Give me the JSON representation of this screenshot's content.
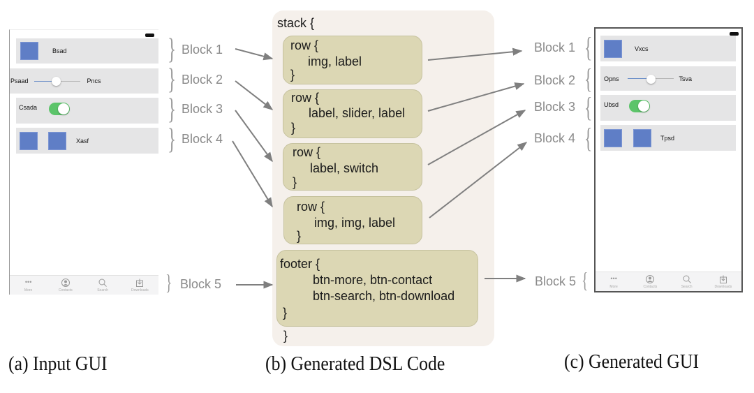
{
  "input_gui": {
    "rows": [
      {
        "type": "img-label",
        "label": "Bsad"
      },
      {
        "type": "label-slider-label",
        "left_label": "Psaad",
        "right_label": "Pncs",
        "slider_value": 0.45
      },
      {
        "type": "label-switch",
        "label": "Csada",
        "switch_on": true
      },
      {
        "type": "img-img-label",
        "label": "Xasf"
      }
    ],
    "tabs": [
      {
        "icon": "more-icon",
        "label": "More"
      },
      {
        "icon": "contacts-icon",
        "label": "Contacts"
      },
      {
        "icon": "search-icon",
        "label": "Search"
      },
      {
        "icon": "downloads-icon",
        "label": "Downloads"
      }
    ]
  },
  "generated_gui": {
    "rows": [
      {
        "type": "img-label",
        "label": "Vxcs"
      },
      {
        "type": "label-slider-label",
        "left_label": "Opns",
        "right_label": "Tsva",
        "slider_value": 0.5
      },
      {
        "type": "label-switch",
        "label": "Ubsd",
        "switch_on": true
      },
      {
        "type": "img-img-label",
        "label": "Tpsd"
      }
    ],
    "tabs": [
      {
        "icon": "more-icon",
        "label": "More"
      },
      {
        "icon": "contacts-icon",
        "label": "Contacts"
      },
      {
        "icon": "search-icon",
        "label": "Search"
      },
      {
        "icon": "downloads-icon",
        "label": "Downloads"
      }
    ]
  },
  "blocks": [
    "Block 1",
    "Block 2",
    "Block 3",
    "Block 4",
    "Block 5"
  ],
  "dsl": {
    "open": "stack {",
    "rows": [
      {
        "head": "row {",
        "body": "img, label",
        "close": "}"
      },
      {
        "head": "row {",
        "body": "label, slider, label",
        "close": "}"
      },
      {
        "head": "row {",
        "body": "label, switch",
        "close": "}"
      },
      {
        "head": "row {",
        "body": "img, img, label",
        "close": "}"
      }
    ],
    "footer": {
      "head": "footer {",
      "line1": "btn-more, btn-contact",
      "line2": "btn-search, btn-download",
      "close": "}"
    },
    "close": "}"
  },
  "captions": {
    "a": "(a) Input GUI",
    "b": "(b) Generated DSL Code",
    "c": "(c) Generated GUI"
  },
  "colors": {
    "image_placeholder": "#5f7ec6",
    "switch_on": "#5cc46a",
    "code_box": "#dcd7b4",
    "panel": "#f5f0eb",
    "arrow": "#7f7f7f"
  }
}
